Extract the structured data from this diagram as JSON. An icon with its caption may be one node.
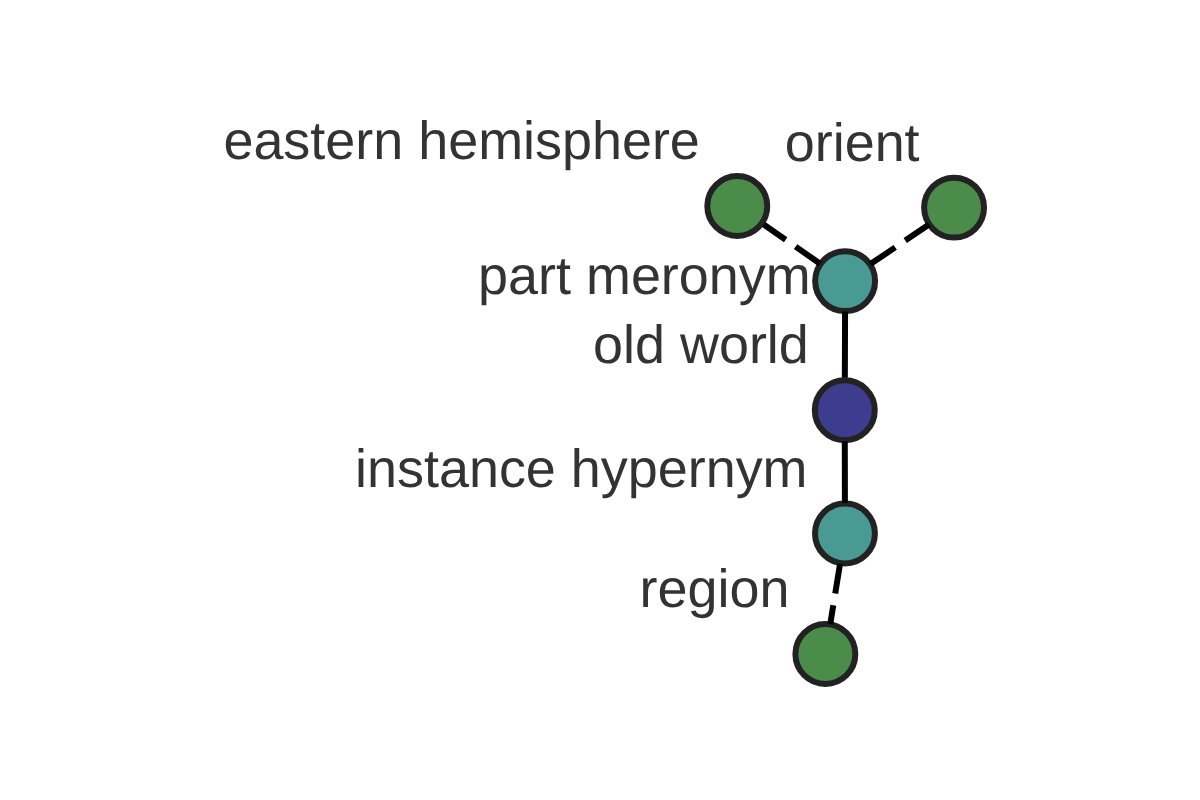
{
  "diagram": {
    "nodes": [
      {
        "text": [
          "region"
        ]
      },
      {
        "text": [
          "instance hypernym"
        ]
      },
      {
        "text": [
          "old world"
        ]
      },
      {
        "text": [
          "part meronym"
        ]
      },
      {
        "text": [
          "orient"
        ]
      },
      {
        "text": [
          "eastern hemisphere"
        ]
      }
    ],
    "edges": [
      {
        "from": 1,
        "to": 0,
        "arrow": "none",
        "style": "dashed"
      },
      {
        "from": 2,
        "to": 1,
        "arrow": "none"
      },
      {
        "from": 2,
        "to": 3,
        "arrow": "none"
      },
      {
        "from": 3,
        "to": 4,
        "arrow": "none",
        "style": "dashed"
      },
      {
        "from": 3,
        "to": 5,
        "arrow": "none",
        "style": "dashed"
      }
    ]
  }
}
